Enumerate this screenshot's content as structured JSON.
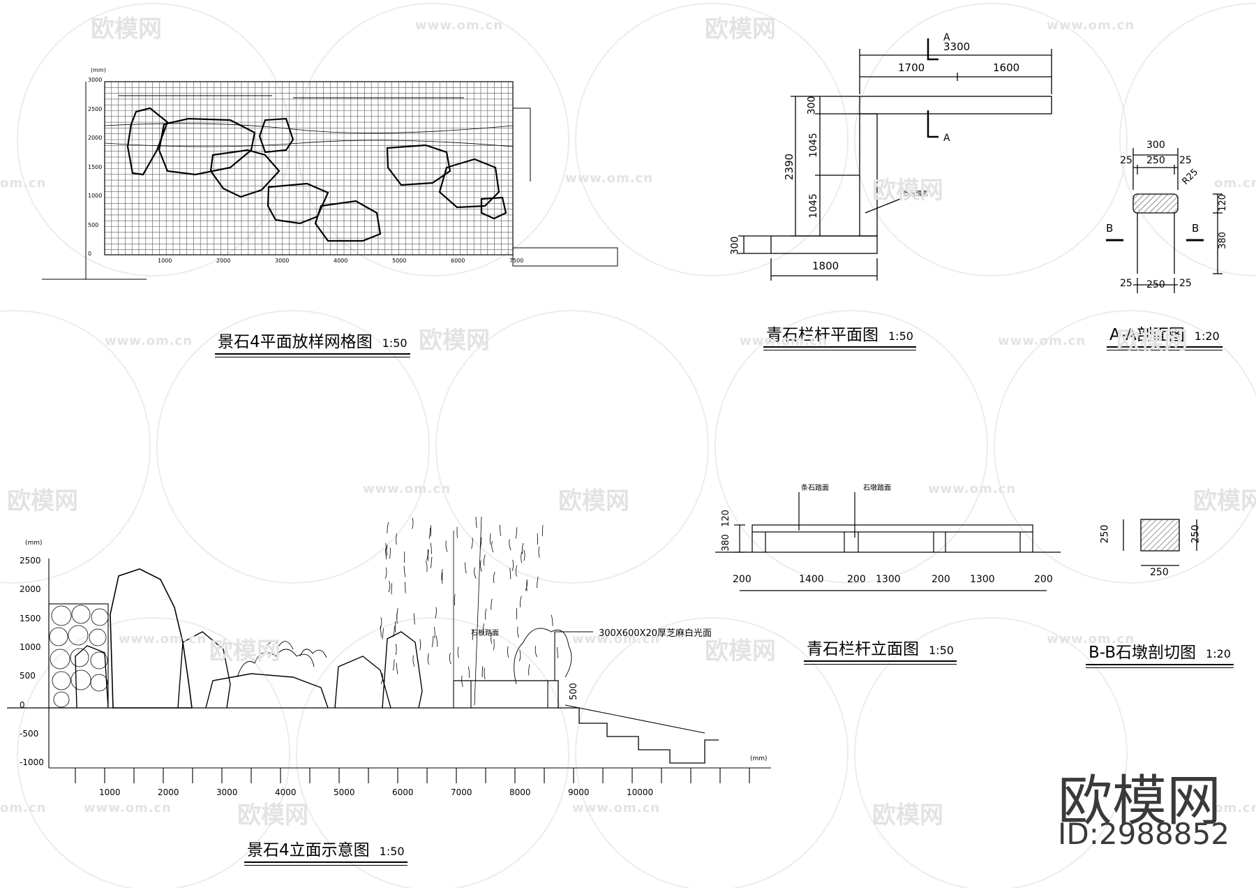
{
  "titles": {
    "plan_grid": "景石4平面放样网格图",
    "plan_grid_scale": "1:50",
    "railing_plan": "青石栏杆平面图",
    "railing_plan_scale": "1:50",
    "section_aa": "A-A剖面图",
    "section_aa_scale": "1:20",
    "elevation": "景石4立面示意图",
    "elevation_scale": "1:50",
    "railing_elev": "青石栏杆立面图",
    "railing_elev_scale": "1:50",
    "section_bb": "B-B石墩剖切图",
    "section_bb_scale": "1:20"
  },
  "plan_grid": {
    "y_ticks": [
      "3000",
      "2500",
      "2000",
      "1500",
      "1000",
      "500",
      "0"
    ],
    "x_ticks": [
      "1000",
      "2000",
      "3000",
      "4000",
      "5000",
      "6000",
      "7500"
    ],
    "unit": "(mm)"
  },
  "railing_plan": {
    "dims": {
      "total": "3300",
      "left": "1700",
      "right": "1600",
      "height": "2390",
      "top": "300",
      "mid1": "1045",
      "mid2": "1045",
      "base": "300",
      "bottom": "1800"
    },
    "cut_label": "A",
    "note": "条石踏面"
  },
  "section_aa": {
    "dims": {
      "w": "300",
      "a": "25",
      "b": "250",
      "c": "25",
      "r": "R25",
      "h1": "120",
      "h2": "380",
      "bw": "250",
      "ba": "25",
      "bb": "25"
    },
    "cut": "B"
  },
  "elevation": {
    "unit": "(mm)",
    "y_ticks": [
      "2500",
      "2000",
      "1500",
      "1000",
      "500",
      "0",
      "-500",
      "-1000"
    ],
    "x_ticks": [
      "1000",
      "2000",
      "3000",
      "4000",
      "5000",
      "6000",
      "7000",
      "8000",
      "9000",
      "10000"
    ],
    "note_paving": "300X600X20厚芝麻白光面",
    "note_step": "500",
    "note_stone": "石板路面"
  },
  "railing_elev": {
    "dims": [
      "200",
      "1400",
      "200",
      "1300",
      "200",
      "1300",
      "200"
    ],
    "h1": "380",
    "h2": "120",
    "note1": "条石踏面",
    "note2": "石墩踏面"
  },
  "section_bb": {
    "dims": {
      "h": "250",
      "h2": "250",
      "w": "250"
    }
  },
  "watermark": {
    "brand_cn": "欧模网",
    "url": "www.om.cn",
    "short": "om.cn",
    "id": "ID:2988852"
  }
}
